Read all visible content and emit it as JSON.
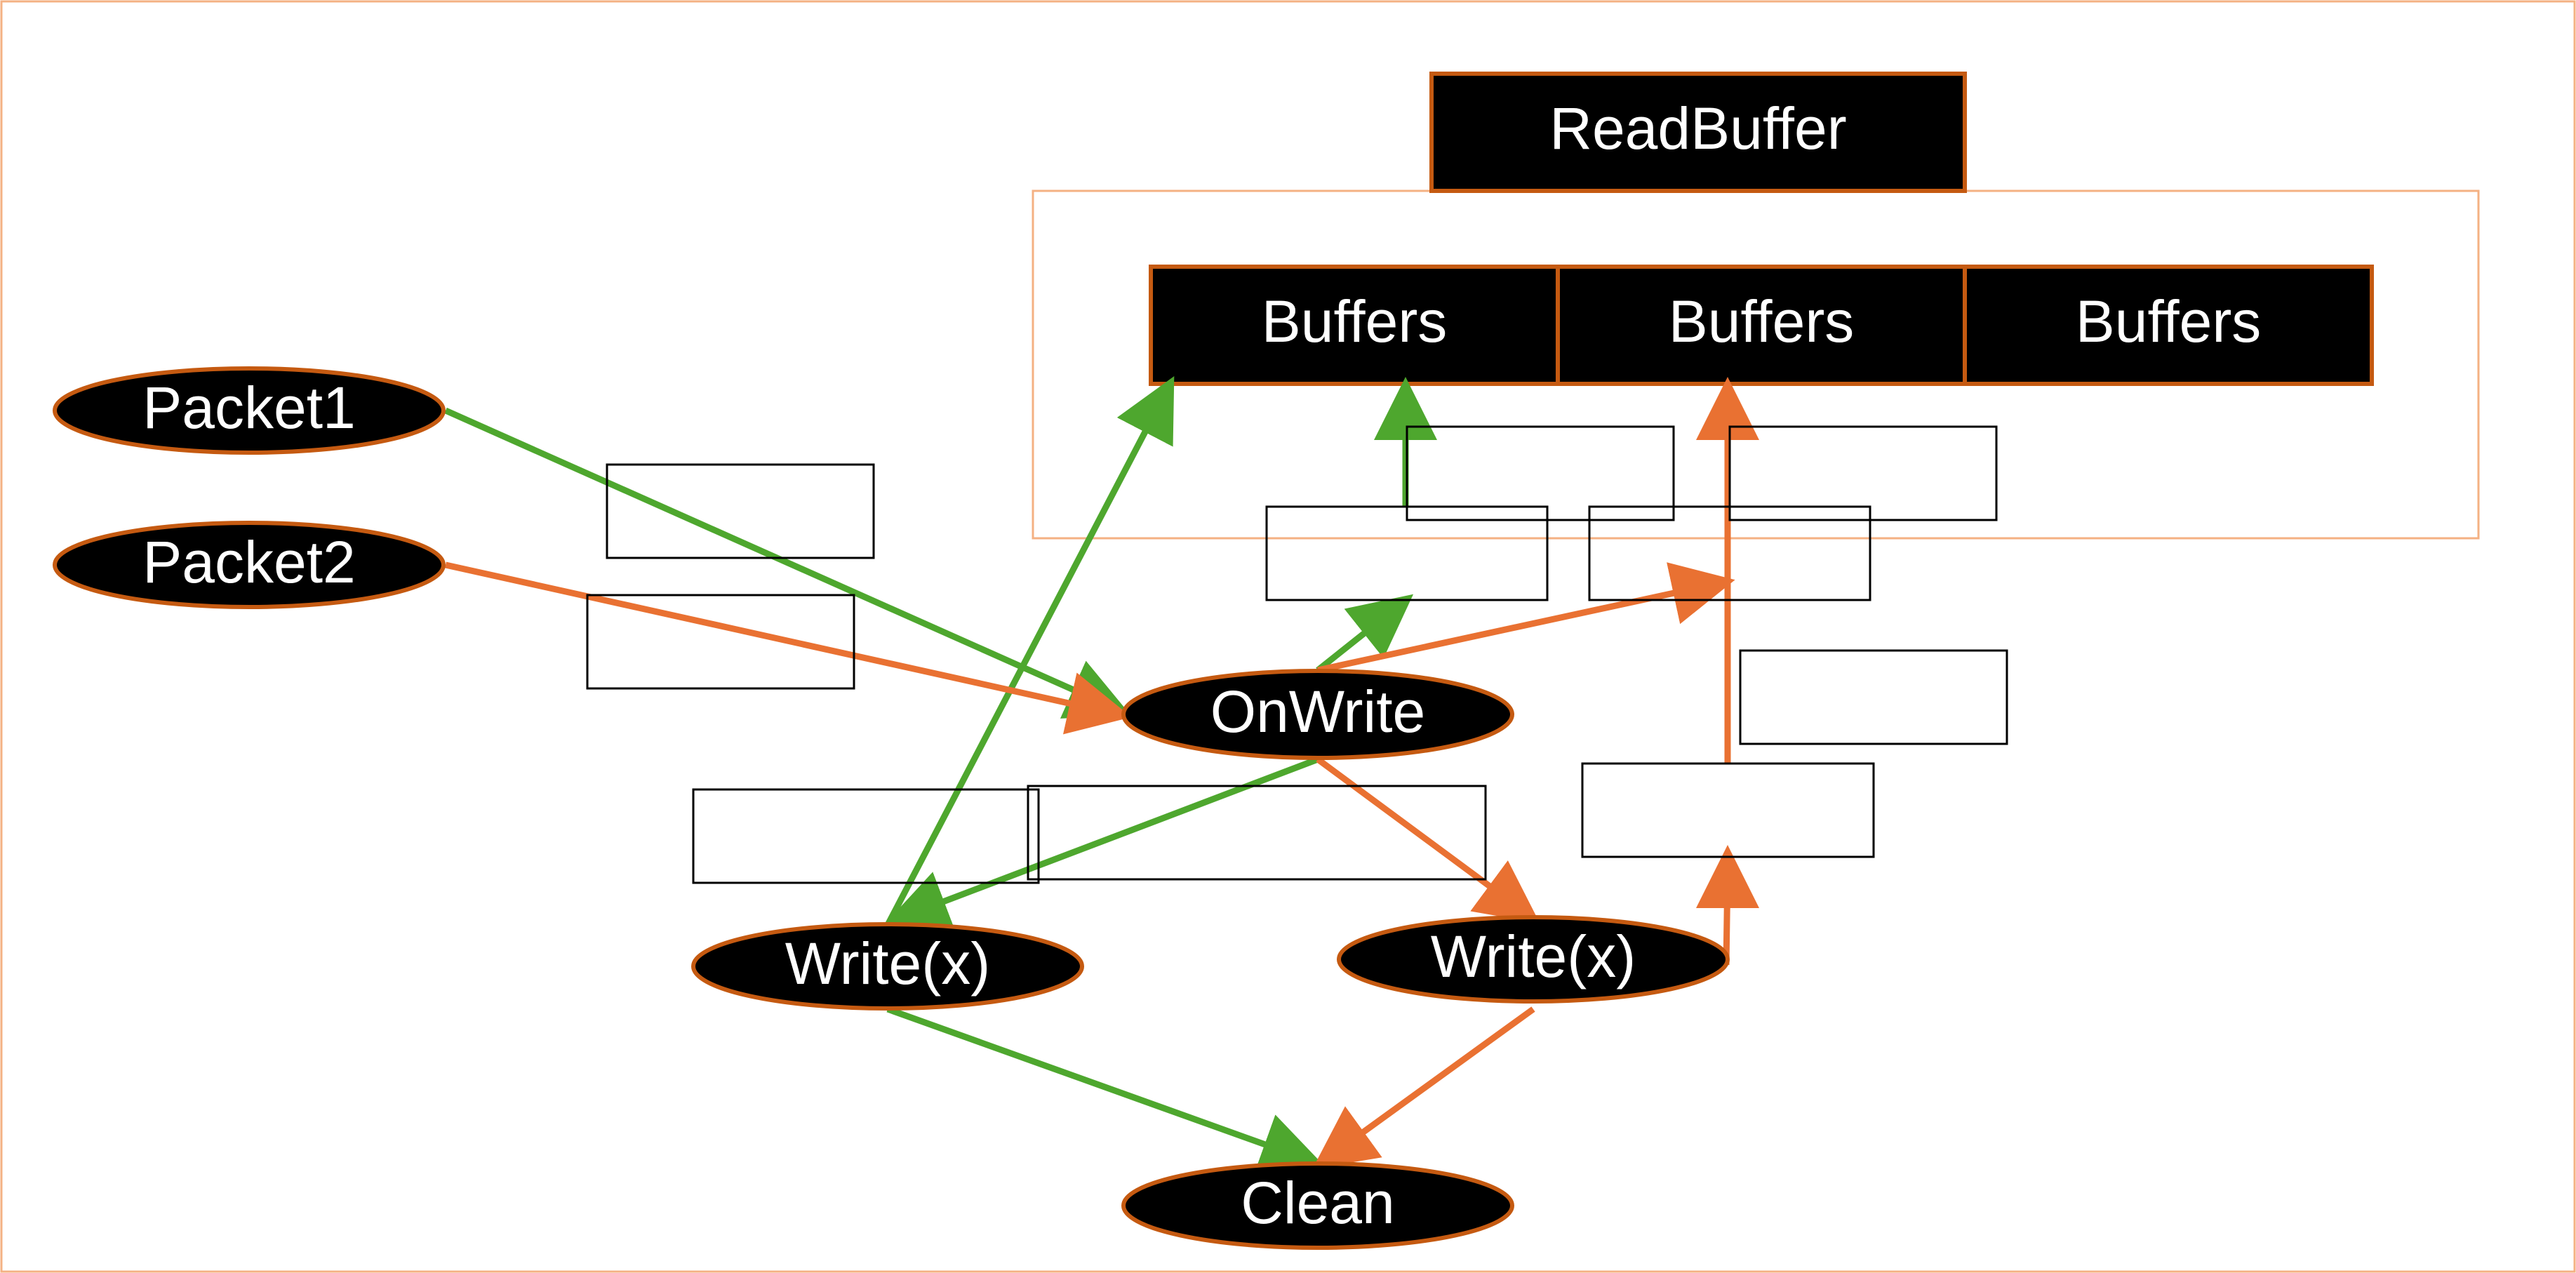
{
  "nodes": {
    "read_buffer": "ReadBuffer",
    "buffers": [
      "Buffers",
      "Buffers",
      "Buffers"
    ],
    "packet1": "Packet1",
    "packet2": "Packet2",
    "on_write": "OnWrite",
    "write_left": "Write(x)",
    "write_right": "Write(x)",
    "clean": "Clean"
  },
  "colors": {
    "node_fill": "#000000",
    "node_border": "#C55A11",
    "frame_border": "#F4B183",
    "green_arrow": "#4EA72E",
    "orange_arrow": "#E97132",
    "label_box_border": "#000000"
  }
}
